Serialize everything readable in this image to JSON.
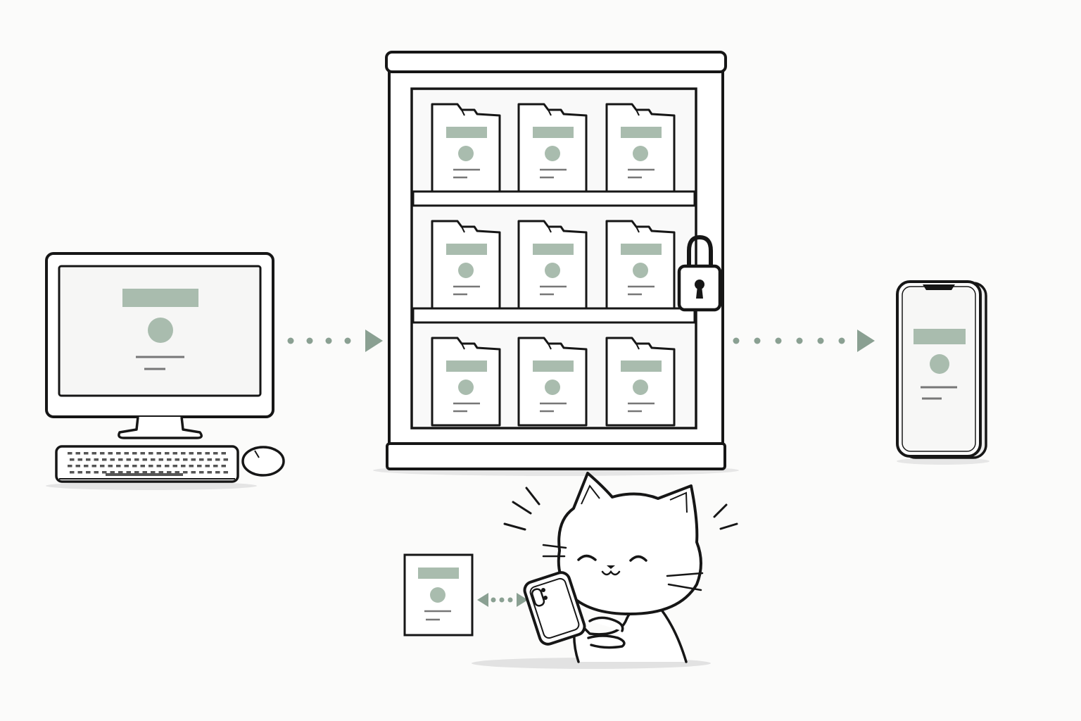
{
  "colors": {
    "stroke": "#161616",
    "accent": "#a9bcae",
    "accent_dark": "#8aa092",
    "line": "#777777",
    "background": "#fbfbfa",
    "shadow": "#dcdcdc"
  },
  "icons": {
    "desktop": "desktop-computer-icon",
    "cabinet": "file-cabinet-icon",
    "lock": "padlock-icon",
    "phone": "smartphone-icon",
    "cat": "cat-with-phone-icon",
    "document": "document-card-icon"
  },
  "flow": {
    "arrows": [
      "desktop-to-cabinet",
      "cabinet-to-phone",
      "card-to-cat-phone"
    ]
  },
  "cabinet": {
    "rows": 3,
    "folders_per_row": 3,
    "locked": true
  }
}
